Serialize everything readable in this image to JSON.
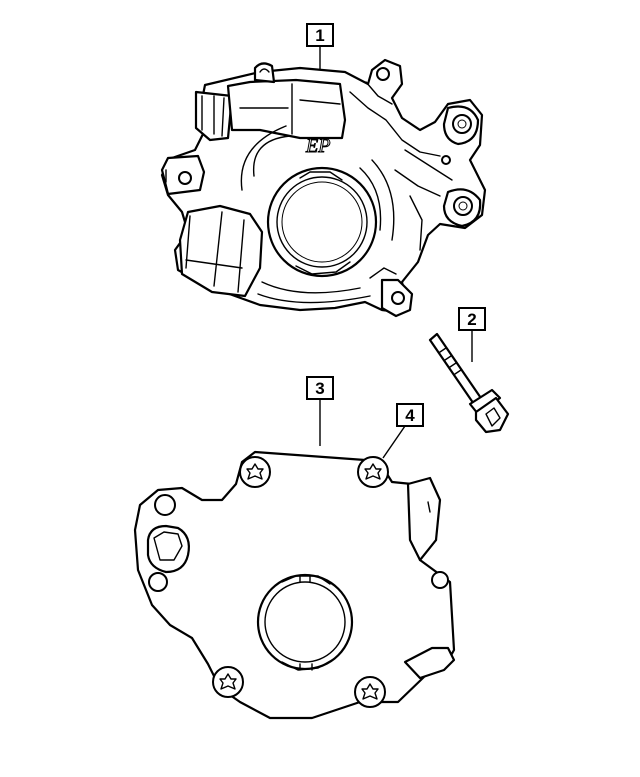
{
  "callouts": [
    {
      "id": "callout-1",
      "label": "1"
    },
    {
      "id": "callout-2",
      "label": "2"
    },
    {
      "id": "callout-3",
      "label": "3"
    },
    {
      "id": "callout-4",
      "label": "4"
    }
  ],
  "parts": [
    {
      "callout": "1",
      "icon": "oil-pump-housing-icon"
    },
    {
      "callout": "2",
      "icon": "flange-bolt-icon"
    },
    {
      "callout": "3",
      "icon": "cover-plate-icon"
    },
    {
      "callout": "4",
      "icon": "torx-screw-icon"
    }
  ],
  "embossing": "EP",
  "colors": {
    "line": "#000000",
    "background": "#ffffff"
  }
}
